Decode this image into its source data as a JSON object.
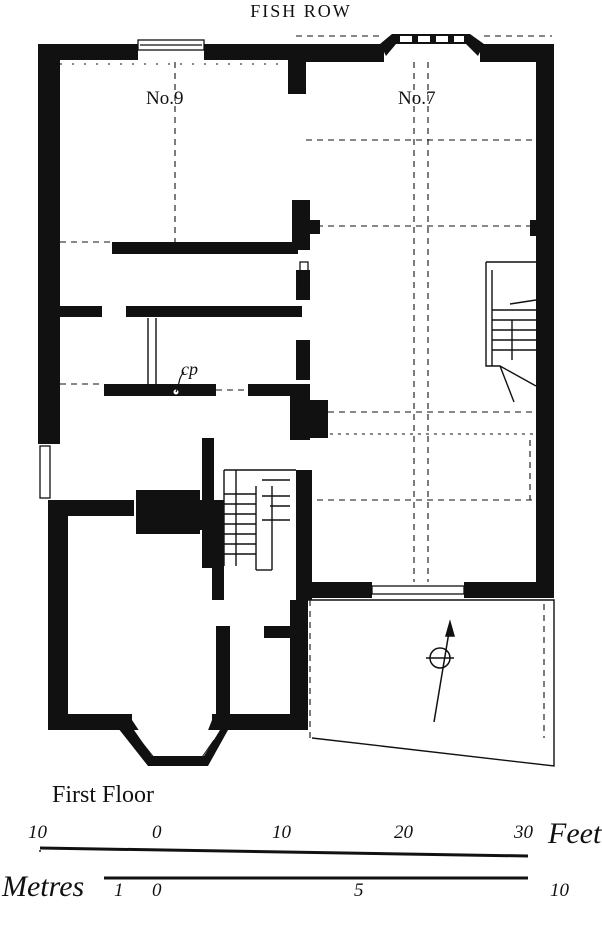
{
  "street_label": "FISH ROW",
  "rooms": {
    "left": "No.9",
    "right": "No.7"
  },
  "annotation": "cp",
  "floor_label": "First Floor",
  "scale": {
    "feet": {
      "unit": "Feet",
      "ticks": [
        "10",
        "0",
        "10",
        "20",
        "30"
      ]
    },
    "metres": {
      "unit": "Metres",
      "ticks": [
        "1",
        "0",
        "5",
        "10"
      ]
    }
  },
  "colors": {
    "ink": "#111111",
    "paper": "#ffffff"
  }
}
